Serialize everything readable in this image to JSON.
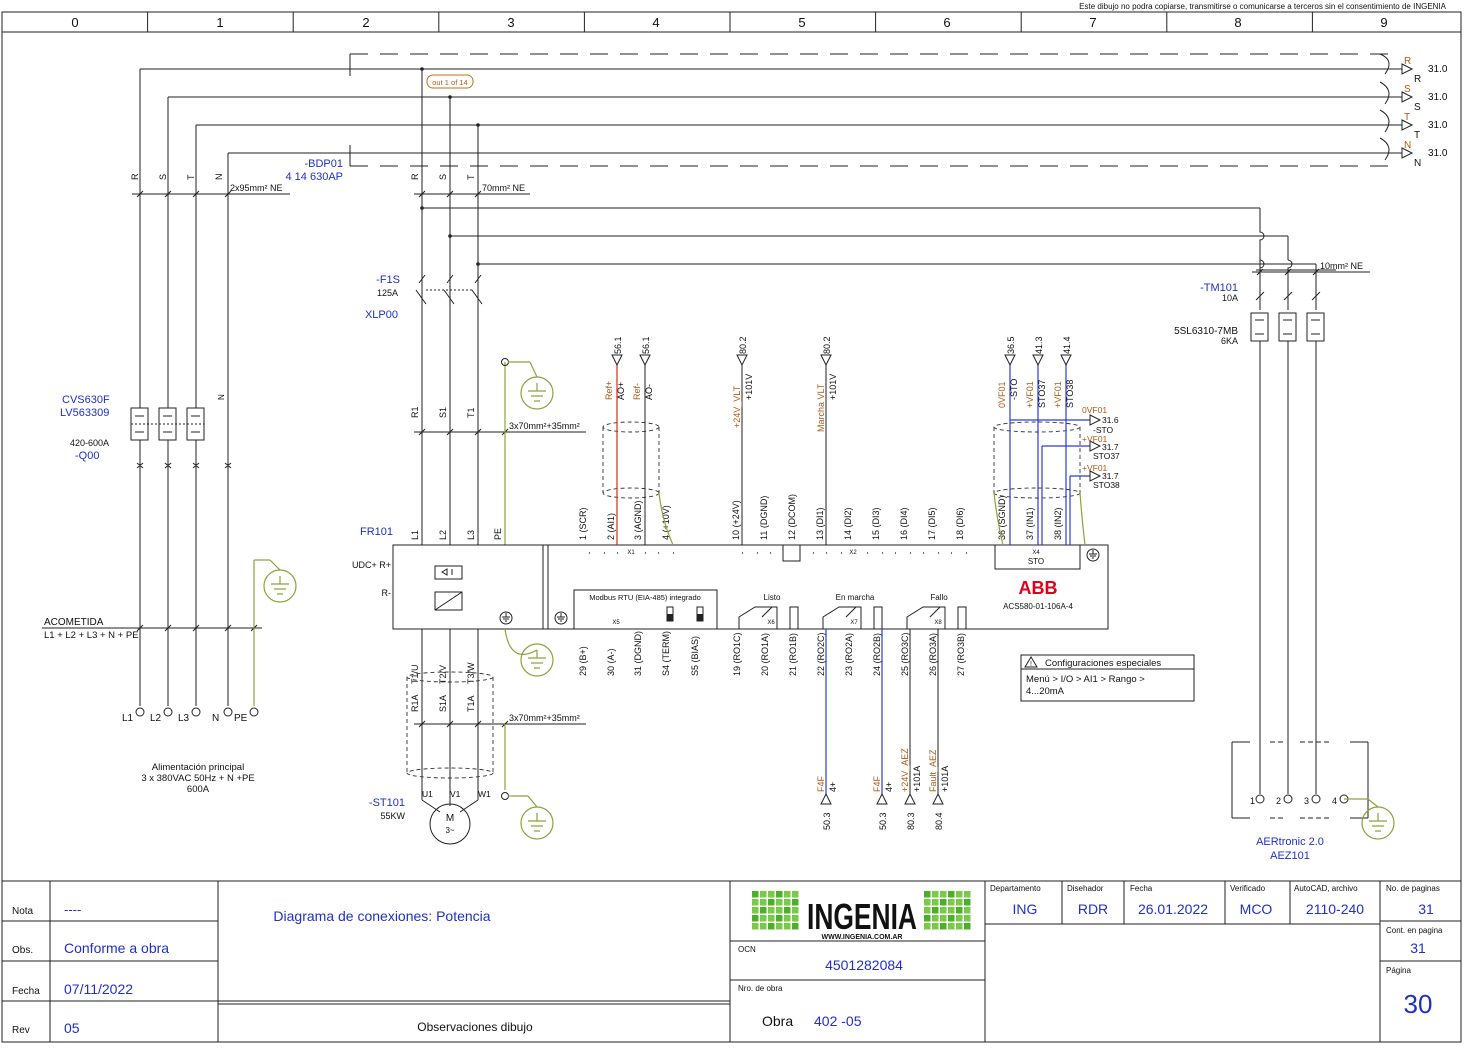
{
  "copyright": "Este dibujo no podra copiarse, transmitirse o comunicarse a terceros sin el consentimiento de INGENIA",
  "columns": [
    "0",
    "1",
    "2",
    "3",
    "4",
    "5",
    "6",
    "7",
    "8",
    "9"
  ],
  "bus": {
    "phases": [
      {
        "letter": "R",
        "ref": "31.0",
        "sub": "R"
      },
      {
        "letter": "S",
        "ref": "31.0",
        "sub": "S"
      },
      {
        "letter": "T",
        "ref": "31.0",
        "sub": "T"
      },
      {
        "letter": "N",
        "ref": "31.0",
        "sub": "N"
      }
    ],
    "out_badge": "out 1 of 14"
  },
  "left": {
    "phase_labels": [
      "R",
      "S",
      "T",
      "N"
    ],
    "cable": "2x95mm² NE",
    "breaker_name": "CVS630F",
    "breaker_code": "LV563309",
    "breaker_range": "420-600A",
    "breaker_tag": "-Q00",
    "n_label": "N",
    "acometida": "ACOMETIDA",
    "acometida_sub": "L1 + L2 + L3 + N + PE",
    "terminals": [
      "L1",
      "L2",
      "L3",
      "N",
      "PE"
    ],
    "feed_title": "Alimentación principal",
    "feed_line1": "3 x 380VAC 50Hz + N +PE",
    "feed_line2": "600A"
  },
  "bdp": {
    "tag": "-BDP01",
    "desc": "4 14 630AP"
  },
  "feeder": {
    "phase_labels": [
      "R",
      "S",
      "T"
    ],
    "cable": "70mm² NE",
    "fuse_tag": "-F1S",
    "fuse_rating": "125A",
    "fuse_model": "XLP00",
    "out_labels": [
      "R1",
      "S1",
      "T1"
    ],
    "cable2": "3x70mm²+35mm²"
  },
  "drive": {
    "tag": "FR101",
    "inputs": [
      "L1",
      "L2",
      "L3",
      "PE"
    ],
    "outputs": [
      "T1/U",
      "T2/V",
      "T3/W"
    ],
    "udc_plus": "UDC+ R+",
    "r_minus": "R-",
    "brand": "ABB",
    "model": "ACS580-01-106A-4",
    "x1_terms": [
      "1 (SCR)",
      "2 (AI1)",
      "3 (AGND)",
      "4 (+10V)"
    ],
    "x1_label": "X1",
    "x2_terms": [
      "10 (+24V)",
      "11 (DGND)",
      "12 (DCOM)",
      "13 (DI1)",
      "14 (DI2)",
      "15 (DI3)",
      "16 (DI4)",
      "17 (DI5)",
      "18 (DI6)"
    ],
    "x2_label": "X2",
    "x4_terms": [
      "36 (SGND)",
      "37 (IN1)",
      "38 (IN2)"
    ],
    "x4_label": "X4",
    "sto_label": "STO",
    "modbus_title": "Modbus RTU (EIA-485) integrado",
    "x5_label": "X5",
    "x5_terms": [
      "29 (B+)",
      "30 (A-)",
      "31 (DGND)",
      "S4 (TERM)",
      "S5 (BIAS)"
    ],
    "relays": [
      {
        "title": "Listo",
        "x": "X6",
        "terms": [
          "19 (RO1C)",
          "20 (RO1A)",
          "21 (RO1B)"
        ]
      },
      {
        "title": "En marcha",
        "x": "X7",
        "terms": [
          "22 (RO2C)",
          "23 (RO2A)",
          "24 (RO2B)"
        ]
      },
      {
        "title": "Fallo",
        "x": "X8",
        "terms": [
          "25 (RO3C)",
          "26 (RO3A)",
          "27 (RO3B)"
        ]
      }
    ],
    "config_title": "Configuraciones especiales",
    "config_line1": "Menú > I/O > AI1 > Rango >",
    "config_line2": "4...20mA"
  },
  "top_refs": [
    {
      "ref": "56.1",
      "sig": "Ref+",
      "sub": "AO+"
    },
    {
      "ref": "56.1",
      "sig": "Ref-",
      "sub": "AO-"
    },
    {
      "ref": "80.2",
      "sig": "+24V_VLT",
      "sub": "+101V"
    },
    {
      "ref": "80.2",
      "sig": "Marcha VLT",
      "sub": "+101V"
    },
    {
      "ref": "36.5",
      "sig": "0VF01",
      "sub": "-STO"
    },
    {
      "ref": "41.3",
      "sig": "+VF01",
      "sub": "STO37"
    },
    {
      "ref": "41.4",
      "sig": "+VF01",
      "sub": "STO38"
    }
  ],
  "sto_refs": [
    {
      "sig": "0VF01",
      "ref": "31.6",
      "sub": "-STO"
    },
    {
      "sig": "+VF01",
      "ref": "31.7",
      "sub": "STO37"
    },
    {
      "sig": "+VF01",
      "ref": "31.7",
      "sub": "STO38"
    }
  ],
  "bottom_refs": [
    {
      "ref": "50.3",
      "sig": "F4F",
      "sub": "4+"
    },
    {
      "ref": "50.3",
      "sig": "F4F",
      "sub": "4+"
    },
    {
      "ref": "80.3",
      "sig": "+24V_AEZ",
      "sub": "+101A"
    },
    {
      "ref": "80.4",
      "sig": "Fault_AEZ",
      "sub": "+101A"
    }
  ],
  "motor": {
    "out_labels": [
      "R1A",
      "S1A",
      "T1A"
    ],
    "cable": "3x70mm²+35mm²",
    "tag": "-ST101",
    "power": "55KW",
    "terms": [
      "U1",
      "V1",
      "W1"
    ],
    "m": "M",
    "m_sub": "3~"
  },
  "tm": {
    "cable": "10mm² NE",
    "tag": "-TM101",
    "rating": "10A",
    "model": "5SL6310-7MB",
    "icu": "6KA",
    "terms": [
      "1",
      "2",
      "3",
      "4"
    ],
    "dev_name": "AERtronic 2.0",
    "dev_tag": "AEZ101"
  },
  "title_block": {
    "nota_label": "Nota",
    "nota_value": "----",
    "obs_label": "Obs.",
    "obs_value": "Conforme a obra",
    "fecha_label": "Fecha",
    "fecha_value": "07/11/2022",
    "rev_label": "Rev",
    "rev_value": "05",
    "title": "Diagrama de conexiones: Potencia",
    "obs_dibujo": "Observaciones dibujo",
    "logo": "INGENIA",
    "logo_url": "WWW.INGENIA.COM.AR",
    "ocn_label": "OCN",
    "ocn_value": "4501282084",
    "nro_obra_label": "Nro. de obra",
    "obra_label": "Obra",
    "obra_value": "402 -05",
    "cells": [
      {
        "label": "Departamento",
        "value": "ING"
      },
      {
        "label": "Disehador",
        "value": "RDR"
      },
      {
        "label": "Fecha",
        "value": "26.01.2022"
      },
      {
        "label": "Verificado",
        "value": "MCO"
      },
      {
        "label": "AutoCAD, archivo",
        "value": "2110-240"
      }
    ],
    "npag_label": "No. de paginas",
    "npag_value": "31",
    "cont_label": "Cont. en pagina",
    "cont_value": "31",
    "pag_label": "Página",
    "pag_value": "30"
  }
}
